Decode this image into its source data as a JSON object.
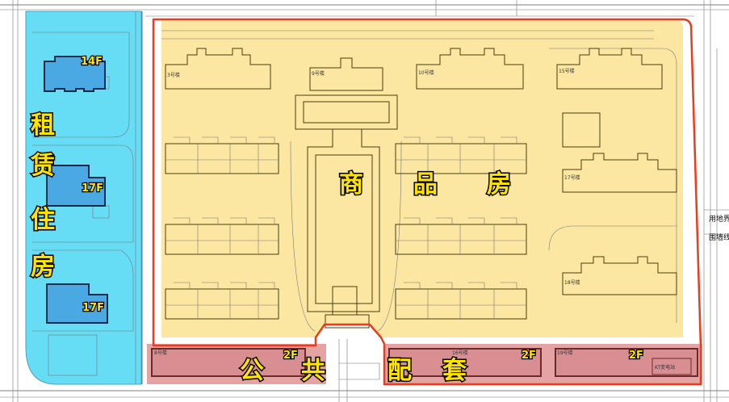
{
  "zones": {
    "rental": {
      "label_chars": [
        "租",
        "赁",
        "住",
        "房"
      ],
      "color": "#66ddf5"
    },
    "commercial": {
      "label_chars": [
        "商",
        "品",
        "房"
      ],
      "color": "#fbe7a1"
    },
    "public": {
      "label_chars": [
        "公",
        "共",
        "配",
        "套"
      ],
      "color": "#e6a3a3"
    },
    "boundary_color": "#ee3b1c"
  },
  "rental_buildings": [
    {
      "floors": "14F"
    },
    {
      "floors": "17F"
    },
    {
      "floors": "17F"
    }
  ],
  "commercial_buildings": [
    {
      "number": "3号楼"
    },
    {
      "number": "9号楼"
    },
    {
      "number": "10号楼"
    },
    {
      "number": "15号楼"
    },
    {
      "number": "17号楼"
    },
    {
      "number": "18号楼"
    }
  ],
  "public_buildings": [
    {
      "number": "8号楼",
      "floors": "2F"
    },
    {
      "number": "16号楼",
      "floors": "2F"
    },
    {
      "number": "19号楼",
      "floors": "2F"
    }
  ],
  "substation_label": "KT变电站",
  "edge_notes": [
    "用地界线",
    "围墙线"
  ]
}
